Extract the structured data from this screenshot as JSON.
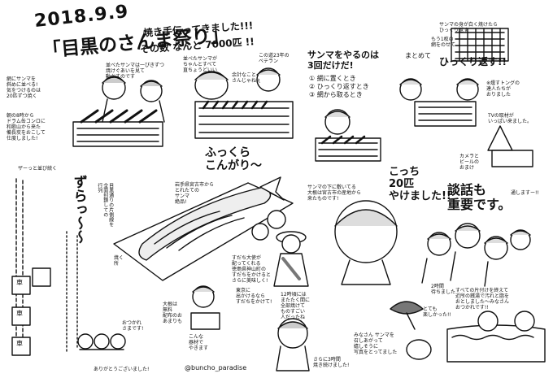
{
  "header": {
    "date": "2018.9.9",
    "title": "「目黒のさんま祭り」",
    "subtitle": "焼き手伝ってきました!!!",
    "count": "その数 なんと 7000匹 !!"
  },
  "notes": {
    "grill_line": "網にサンマを\n斜めに並べる!\n気をつけるのは\n20匹ずつ焼く",
    "morning": "朝の8時から\nドラム缶コンロに\n和歌山から来た\n備長炭をおこして\n仕度しました!",
    "chat_left": "並べたサンマは一ぴきずつ\n焼けぐあいを見て\n動かすのです",
    "chat_mid": "並べたサンマが\nちゃんとすべて\n直ちょうどいい",
    "chat_mid2": "余計なこと\nさんじゃねぇ",
    "veteran": "この道23年の\nベテラン",
    "steps_title": "サンマをやるのは\n3回だけだ!",
    "step1": "① 網に置くとき",
    "step2": "② ひっくり返すとき",
    "step3": "③ 網から取るとき",
    "flip": "ひっくり返す!!",
    "flip_top": "サンマの身が白く焼けたら\nひっくり返す",
    "second_net": "もう1枚の\n網をのせて",
    "together": "まとめて",
    "tv": "TVの取材が\nいっぱい来ました。",
    "smoke": "※燻すトングの\n達人たちが\nおりました",
    "fluffy": "ふっくら\nこんがり〜",
    "sudachi": "岩手県宮古市から\nとれたての\nサンマ\n絶品!",
    "twenty": "こっち\n20匹\nやけました!!",
    "serve": "サンマの下に敷いてる\n大根は宮古市の産地から\n来たものです!",
    "talk": "談話も\n重要です。",
    "pass": "通しますー!!",
    "queue": "ずらっ〜〜",
    "queue_top": "ザーっと並び続く",
    "road": "目黒通りの片側線を\n全面封鎖しての\n行列",
    "tokushima": "すだち大使が\n配ってくれる\n徳島県神山町の\nすだちをかけると\nさらに美味しく!",
    "pr": "東京に\n出かけるなら\nすだちをかけて!",
    "noon": "12時頃には\nまたたく間に\n全部焼けて\nものすごい\n人だったね",
    "three_hours": "さらに3時間\n焼き続けました!",
    "hidden": "2時間\n待ちました",
    "cleanup": "すべての片付けを終えて\n近所の銭湯で汚れと脂を\nおとしました〜みなさん\nおつかれです!!",
    "photo": "みなさん サンマを\n召しあがって\n嬉しそうに\n写真をとってました",
    "bird": "とても\n楽しかった!!",
    "tent": "大根は\n無料\n配布のお\nあまりも",
    "fire": "こんな\n器材で\nやきます",
    "thanks": "ありがとうございました!",
    "rest": "おつかれ\nさまです!",
    "minami": "焼く\n所",
    "sign": "車",
    "camera": "カメラと\nビールの\nおまけ"
  },
  "credit": "@buncho_paradise"
}
